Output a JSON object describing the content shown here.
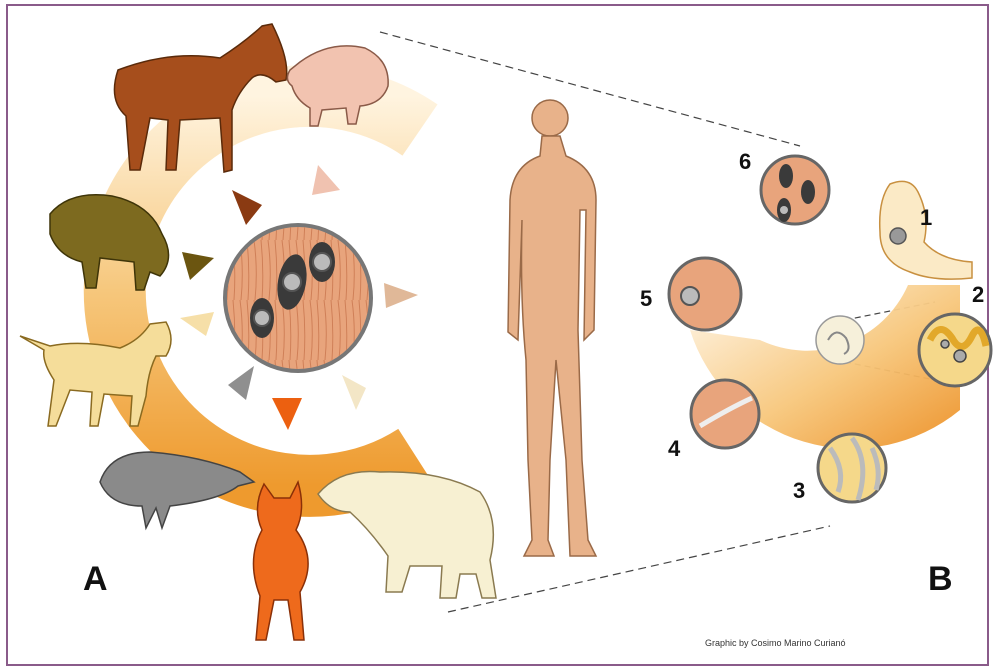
{
  "panels": {
    "left_label": "A",
    "right_label": "B"
  },
  "stages": [
    "1",
    "2",
    "3",
    "4",
    "5",
    "6"
  ],
  "credit": "Graphic by Cosimo Marino Curianó",
  "animals": [
    "horse-icon",
    "pig-icon",
    "boar-icon",
    "dog-icon",
    "walrus-icon",
    "fox-icon",
    "polar-bear-icon",
    "human-figure"
  ],
  "colors": {
    "frame": "#8a5b8a",
    "ring": "#f0a640",
    "muscle": "#e8a47c",
    "cyst_gray": "#9a9a9a"
  }
}
